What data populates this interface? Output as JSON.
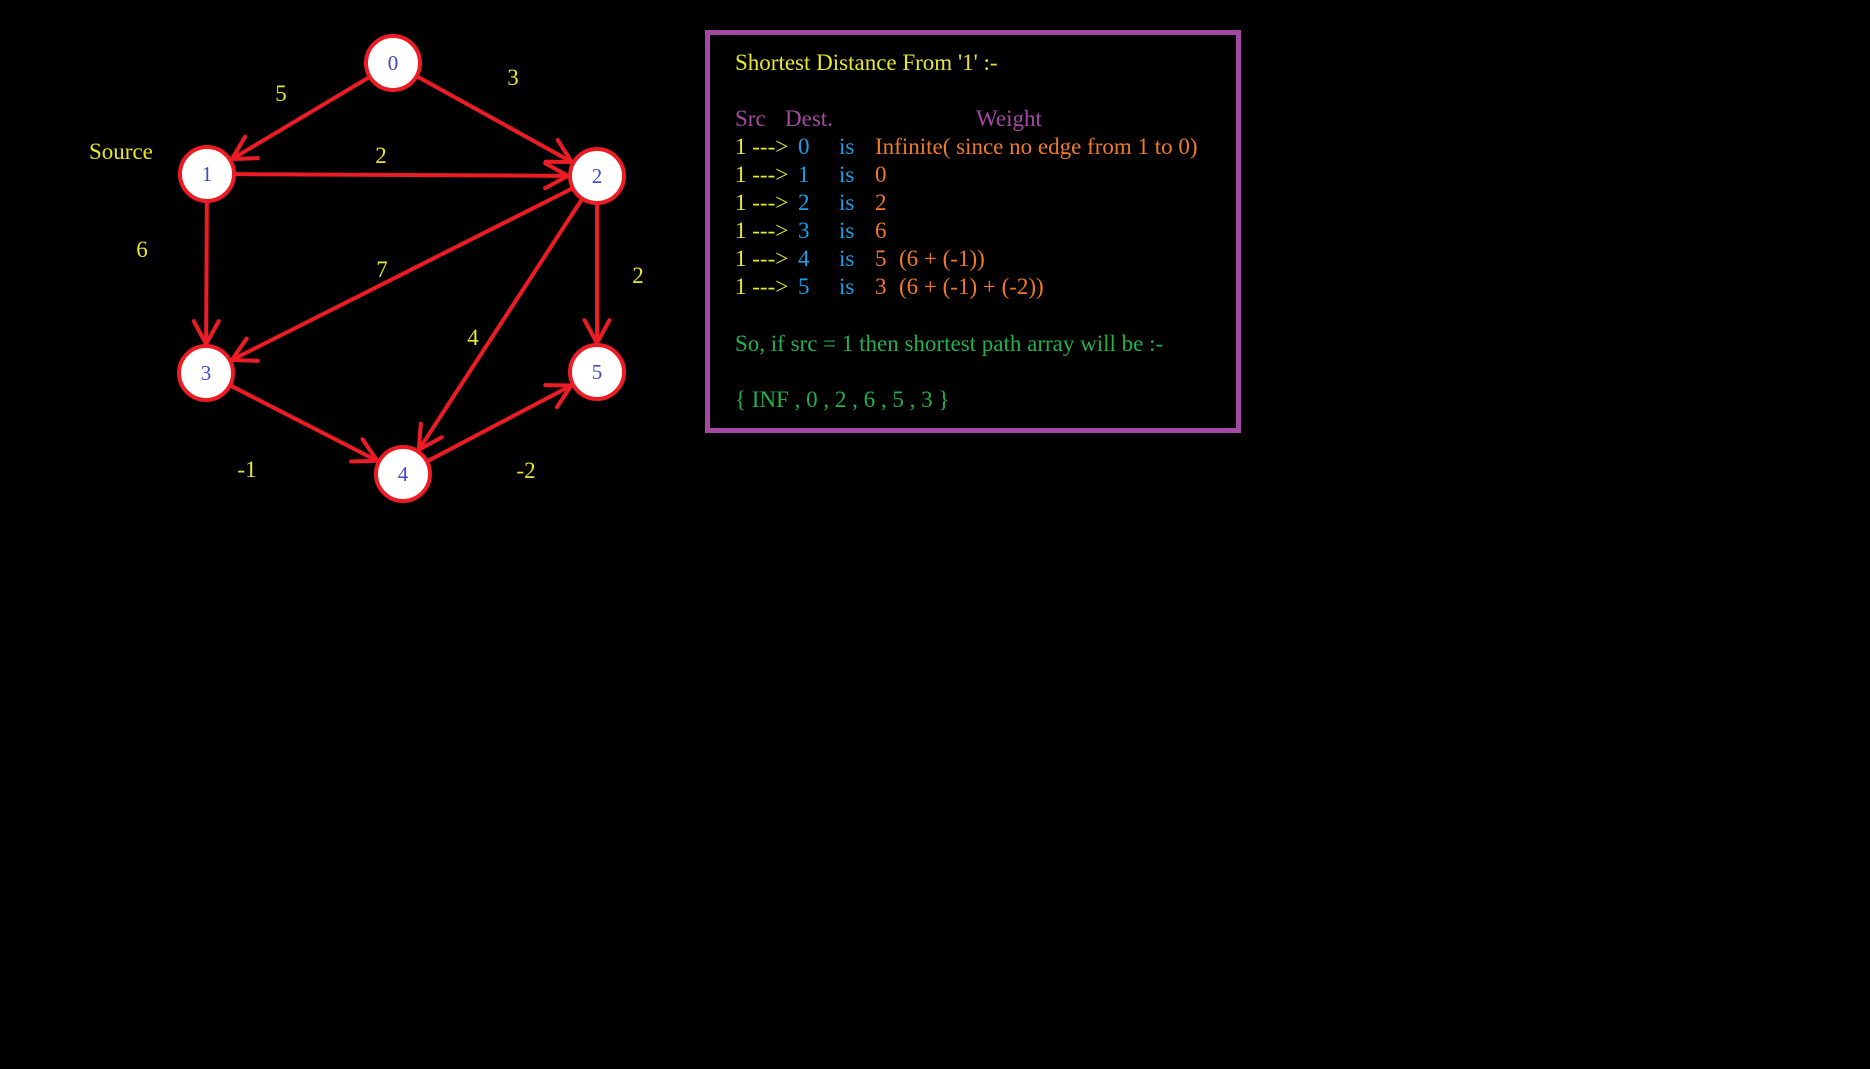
{
  "graph": {
    "source_label": "Source",
    "colors": {
      "edge": "#ed1c24",
      "node_fill": "#ffffff",
      "node_text": "#3f48cc",
      "weight": "#e8e62e"
    },
    "nodes": [
      {
        "id": "0",
        "label": "0"
      },
      {
        "id": "1",
        "label": "1"
      },
      {
        "id": "2",
        "label": "2"
      },
      {
        "id": "3",
        "label": "3"
      },
      {
        "id": "4",
        "label": "4"
      },
      {
        "id": "5",
        "label": "5"
      }
    ],
    "edges": [
      {
        "from": "0",
        "to": "1",
        "weight": "5"
      },
      {
        "from": "0",
        "to": "2",
        "weight": "3"
      },
      {
        "from": "1",
        "to": "2",
        "weight": "2"
      },
      {
        "from": "1",
        "to": "3",
        "weight": "6"
      },
      {
        "from": "2",
        "to": "3",
        "weight": "7"
      },
      {
        "from": "2",
        "to": "4",
        "weight": "4"
      },
      {
        "from": "2",
        "to": "5",
        "weight": "2"
      },
      {
        "from": "3",
        "to": "4",
        "weight": "-1"
      },
      {
        "from": "4",
        "to": "5",
        "weight": "-2"
      }
    ]
  },
  "panel": {
    "title": "Shortest Distance From '1' :-",
    "headers": {
      "src": "Src",
      "dest": "Dest.",
      "weight": "Weight"
    },
    "rows": [
      {
        "src": "1",
        "arrow": "--->",
        "dest": "0",
        "is": "is",
        "weight": "Infinite( since no edge from 1 to 0)",
        "note": ""
      },
      {
        "src": "1",
        "arrow": "--->",
        "dest": "1",
        "is": "is",
        "weight": "0",
        "note": ""
      },
      {
        "src": "1",
        "arrow": "--->",
        "dest": "2",
        "is": "is",
        "weight": "2",
        "note": ""
      },
      {
        "src": "1",
        "arrow": "--->",
        "dest": "3",
        "is": "is",
        "weight": "6",
        "note": ""
      },
      {
        "src": "1",
        "arrow": "--->",
        "dest": "4",
        "is": "is",
        "weight": "5",
        "note": "(6 + (-1))"
      },
      {
        "src": "1",
        "arrow": "--->",
        "dest": "5",
        "is": "is",
        "weight": "3",
        "note": "(6 + (-1) + (-2))"
      }
    ],
    "conclusion": "So, if src = 1 then shortest path array will be :-",
    "result": "{ INF , 0 , 2 , 6 , 5 , 3 }",
    "colors": {
      "border": "#a349a4",
      "title": "#e8e62e",
      "src": "#e8e62e",
      "dest": "#1e9fe8",
      "weight": "#f07a2a",
      "conclusion": "#22b14c"
    }
  }
}
